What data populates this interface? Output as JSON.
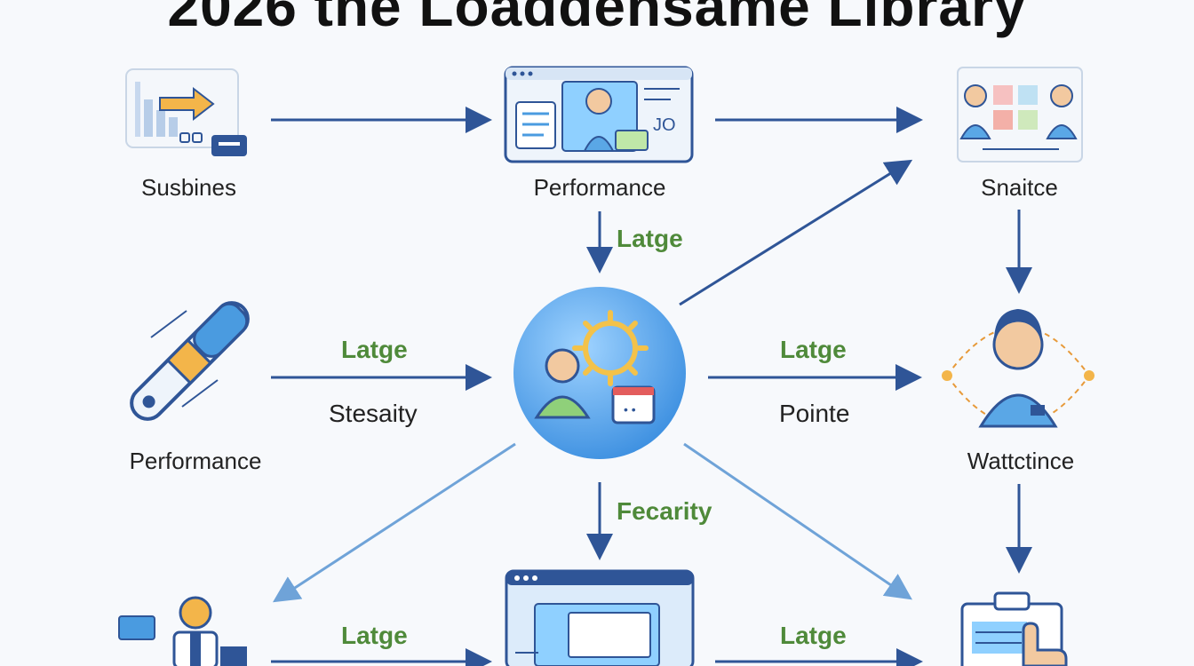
{
  "title": "2026 the Loaddensame Library",
  "nodes": {
    "top_left": "Susbines",
    "top_center": "Performance",
    "top_right": "Snaitce",
    "mid_left": "Performance",
    "mid_right": "Wattctince"
  },
  "edges": {
    "top_center_down": "Latge",
    "mid_left_in": "Latge",
    "mid_left_in_sub": "Stesaity",
    "mid_right_out": "Latge",
    "mid_right_out_sub": "Pointe",
    "center_down": "Fecarity",
    "bottom_left": "Latge",
    "bottom_right": "Latge"
  },
  "colors": {
    "arrow": "#2f5597",
    "arrow_light": "#6fa3d8",
    "label_green": "#4f8a3a",
    "accent_blue": "#4a9be0"
  }
}
